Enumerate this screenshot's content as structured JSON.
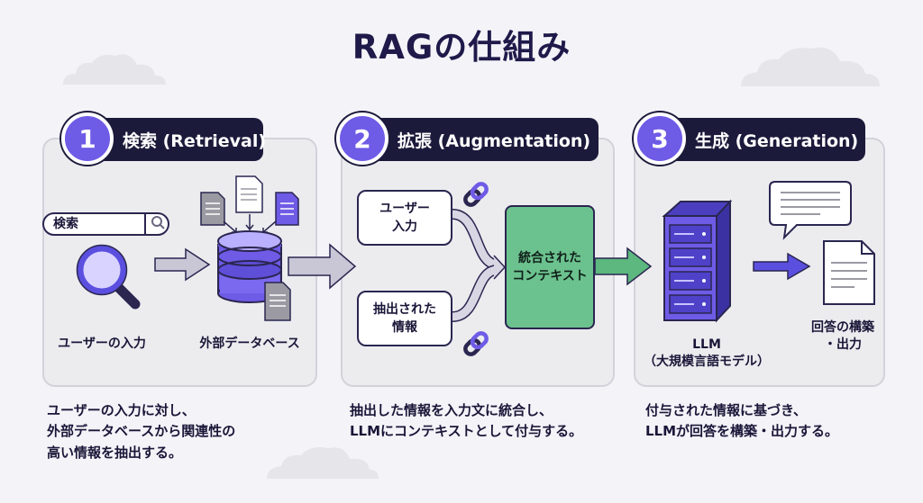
{
  "title": "RAGの仕組み",
  "steps": [
    {
      "number": "1",
      "heading": "検索 (Retrieval)",
      "search_text": "検索",
      "input_label": "ユーザーの入力",
      "db_label": "外部データベース",
      "desc": [
        "ユーザーの入力に対し、",
        "外部データベースから関連性の",
        "高い情報を抽出する。"
      ]
    },
    {
      "number": "2",
      "heading": "拡張 (Augmentation)",
      "user_input": [
        "ユーザー",
        "入力"
      ],
      "extracted": [
        "抽出された",
        "情報"
      ],
      "context": [
        "統合された",
        "コンテキスト"
      ],
      "desc": [
        "抽出した情報を入力文に統合し、",
        "LLMにコンテキストとして付与する。"
      ]
    },
    {
      "number": "3",
      "heading": "生成 (Generation)",
      "llm_label": [
        "LLM",
        "（大規模言語モデル）"
      ],
      "output_label": [
        "回答の構築",
        "・出力"
      ],
      "desc": [
        "付与された情報に基づき、",
        "LLMが回答を構築・出力する。"
      ]
    }
  ],
  "colors": {
    "accent_purple": "#6e5be6",
    "header_navy": "#1c1a3b",
    "context_green": "#6cc28e",
    "arrow_green": "#5cb87e",
    "arrow_purple": "#5b4fe0",
    "arrow_gray": "#c9c6d6"
  }
}
